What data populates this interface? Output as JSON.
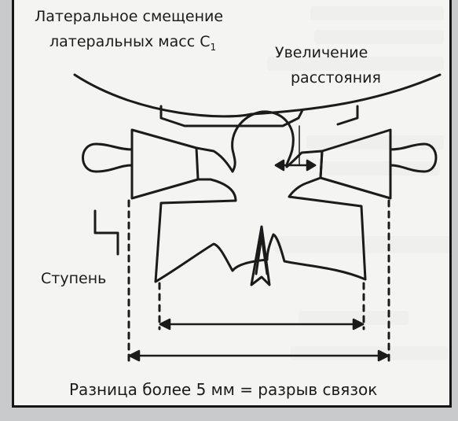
{
  "labels": {
    "lateral_shift_line1": "Латеральное смещение",
    "lateral_shift_line2": "латеральных масс C",
    "lateral_shift_sub": "1",
    "distance_increase_line1": "Увеличение",
    "distance_increase_line2": "расстояния",
    "step": "Ступень",
    "caption": "Разница более 5 мм = разрыв связок"
  },
  "colors": {
    "ink": "#1b1b1b",
    "panel_bg": "#f7f7f6",
    "page_bg": "#c9cacb"
  }
}
